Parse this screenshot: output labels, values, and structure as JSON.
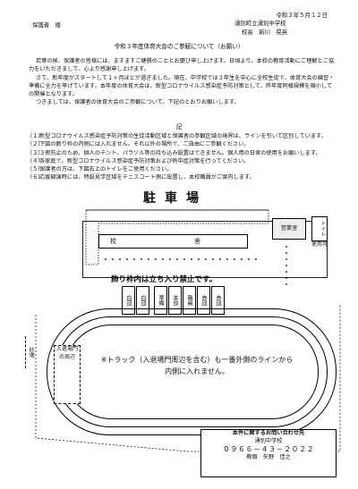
{
  "header": {
    "date": "令和３年５月１２日",
    "to": "保護者　様",
    "from_school": "湧別町立湧別中学校",
    "from_principal": "校長　新川　晃英"
  },
  "title": "令和３年度体育大会のご参観について（お願い）",
  "body": [
    "若葉の候、保護者の皆様には、ますますご健勝のこととお慶び申し上げます。日頃より、本校の教育活動にご理解とご協力をいただきまして、心より感謝申し上げます。",
    "さて、新年度がスタートして１ヶ月ほどが過ぎました。現在、中学校では３年生を中心に全校生徒で、体育大会の練習・準備に全力を挙げています。本年度の体育大会は、新型コロナウイルス感染症予防対策として、昨年度同様規模を縮小しての開催となります。",
    "つきましては、保護者の体育大会のご参観について、下記のとおりお願いします。"
  ],
  "ki": "記",
  "rules": [
    {
      "n": "（１）",
      "text": "新型コロナウイルス感染症予防対策の生徒活動区域と保護者の参観区域の境界は、ラインを引いて区別しています。"
    },
    {
      "n": "（２）",
      "text": "下図の飾り枠の内側には入れません。それ以外の場所で、ご自由にご参観ください。"
    },
    {
      "n": "（３）",
      "text": "３密防止のため、個人のテント、パラソル等の持ち込み設置はできません。個人用の日傘の使用をお願いします。"
    },
    {
      "n": "（４）",
      "text": "各家庭で、新型コロナウイルス感染症予防対策および熱中症対策を行ってください。"
    },
    {
      "n": "（５）",
      "text": "保護者の方は、下図右上のトイレをご使用ください。"
    },
    {
      "n": "（６）",
      "text": "応援競演時には、特設見学区域をテニスコート側に設置し、本校職員がご案内します。"
    }
  ],
  "map": {
    "parking_title": "駐車場",
    "building": "校　舎",
    "bike": "営業室",
    "toilet": "トイレ",
    "toilet_use": "使用可",
    "no_enter": "飾り枠内は立ち入り禁止です。",
    "slots": [
      "白団",
      "白団",
      "準備",
      "本部",
      "職員",
      "赤団",
      "赤団"
    ],
    "track_note": "※トラック（入退場門周辺を含む）も一番外側のラインから内側に入れません。",
    "entrance": "入退場門の周辺",
    "sandbox": "砂場"
  },
  "contact": {
    "heading": "本件に関するお問い合わせ先",
    "school": "湧別中学校",
    "tel": "０９６６－４３－２０２２",
    "person": "教頭　矢野　佳之"
  }
}
